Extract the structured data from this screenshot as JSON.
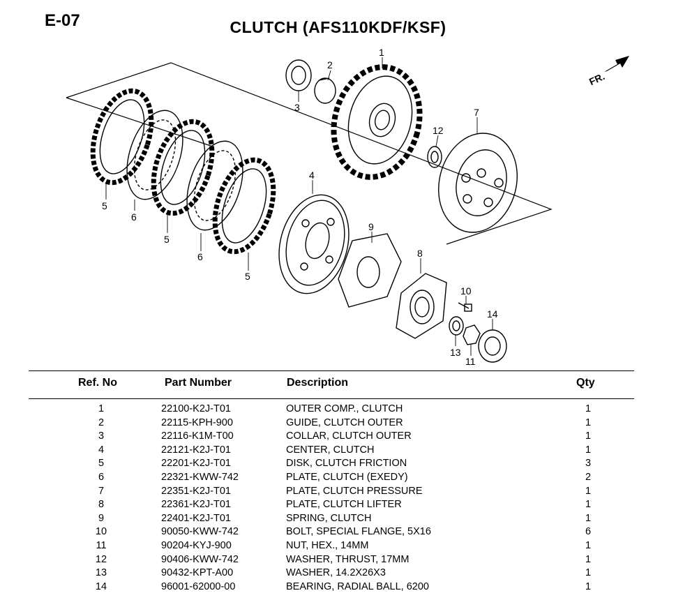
{
  "page_code": "E-07",
  "title": "CLUTCH  (AFS110KDF/KSF)",
  "diagram": {
    "direction_label": "FR.",
    "callouts": [
      "1",
      "2",
      "3",
      "4",
      "5",
      "6",
      "5",
      "6",
      "5",
      "7",
      "8",
      "9",
      "10",
      "11",
      "12",
      "13",
      "14"
    ]
  },
  "table": {
    "headers": {
      "ref": "Ref. No",
      "part": "Part Number",
      "desc": "Description",
      "qty": "Qty"
    },
    "rows": [
      {
        "ref": "1",
        "part": "22100-K2J-T01",
        "desc": "OUTER COMP., CLUTCH",
        "qty": "1"
      },
      {
        "ref": "2",
        "part": "22115-KPH-900",
        "desc": "GUIDE, CLUTCH OUTER",
        "qty": "1"
      },
      {
        "ref": "3",
        "part": "22116-K1M-T00",
        "desc": "COLLAR, CLUTCH OUTER",
        "qty": "1"
      },
      {
        "ref": "4",
        "part": "22121-K2J-T01",
        "desc": "CENTER, CLUTCH",
        "qty": "1"
      },
      {
        "ref": "5",
        "part": "22201-K2J-T01",
        "desc": "DISK, CLUTCH FRICTION",
        "qty": "3"
      },
      {
        "ref": "6",
        "part": "22321-KWW-742",
        "desc": "PLATE, CLUTCH (EXEDY)",
        "qty": "2"
      },
      {
        "ref": "7",
        "part": "22351-K2J-T01",
        "desc": "PLATE, CLUTCH PRESSURE",
        "qty": "1"
      },
      {
        "ref": "8",
        "part": "22361-K2J-T01",
        "desc": "PLATE, CLUTCH LIFTER",
        "qty": "1"
      },
      {
        "ref": "9",
        "part": "22401-K2J-T01",
        "desc": "SPRING, CLUTCH",
        "qty": "1"
      },
      {
        "ref": "10",
        "part": "90050-KWW-742",
        "desc": "BOLT, SPECIAL FLANGE, 5X16",
        "qty": "6"
      },
      {
        "ref": "11",
        "part": "90204-KYJ-900",
        "desc": "NUT, HEX., 14MM",
        "qty": "1"
      },
      {
        "ref": "12",
        "part": "90406-KWW-742",
        "desc": "WASHER, THRUST, 17MM",
        "qty": "1"
      },
      {
        "ref": "13",
        "part": "90432-KPT-A00",
        "desc": "WASHER, 14.2X26X3",
        "qty": "1"
      },
      {
        "ref": "14",
        "part": "96001-62000-00",
        "desc": "BEARING, RADIAL BALL, 6200",
        "qty": "1"
      }
    ]
  }
}
